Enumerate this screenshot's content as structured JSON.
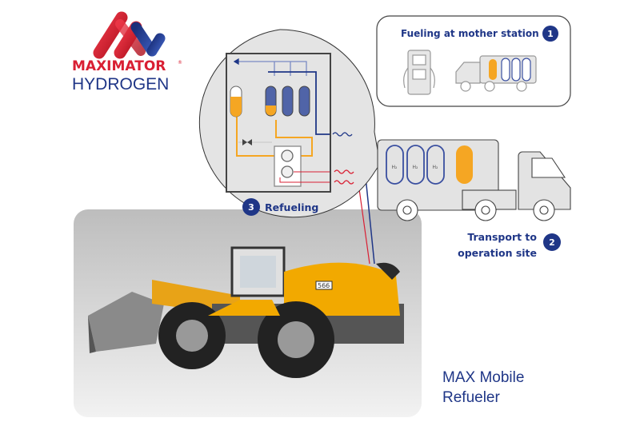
{
  "logo": {
    "brand": "MAXIMATOR",
    "registered": "®",
    "product": "HYDROGEN"
  },
  "step1": {
    "number": "1",
    "title": "Fueling at mother station"
  },
  "step2": {
    "number": "2",
    "title_line1": "Transport to",
    "title_line2": "operation site"
  },
  "step3": {
    "number": "3",
    "title": "Refueling"
  },
  "tank_labels": [
    "H₂",
    "H₂",
    "H₂"
  ],
  "vehicle_badge": "566",
  "product_name": {
    "line1": "MAX Mobile",
    "line2": "Refueler"
  },
  "colors": {
    "navy": "#1f3687",
    "red": "#d91f33",
    "orange": "#f5a623",
    "tank_blue": "#5064a8",
    "gray": "#e3e3e3"
  }
}
